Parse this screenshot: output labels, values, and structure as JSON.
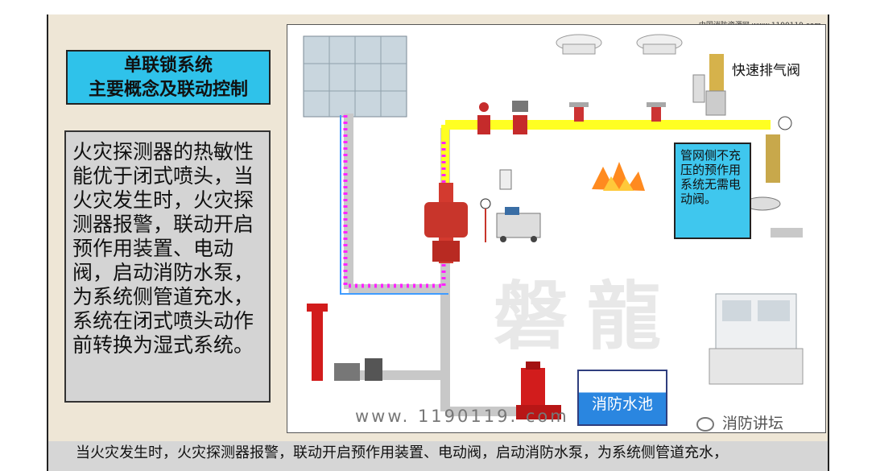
{
  "header": {
    "brand": "中国消防资源网 www.1190119.com"
  },
  "title_box": {
    "line1": "单联锁系统",
    "line2": "主要概念及联动控制"
  },
  "description": {
    "text": "火灾探测器的热敏性能优于闭式喷头，当火灾发生时，火灾探测器报警，联动开启预作用装置、电动阀，启动消防水泵，为系统侧管道充水，系统在闭式喷头动作前转换为湿式系统。"
  },
  "diagram": {
    "valve_label": "快速排气阀",
    "note": "管网侧不充压的预作用系统无需电动阀。",
    "pool_label": "消防水池",
    "watermark_url": "www. 1190119. com",
    "watermark_logo": "磐龍",
    "wechat_label": "消防讲坛"
  },
  "caption": {
    "text": "当火灾发生时，火灾探测器报警，联动开启预作用装置、电动阀，启动消防水泵，为系统侧管道充水，"
  },
  "colors": {
    "title_bg": "#2fc2ea",
    "pipe_dry": "#ffff22",
    "flow_dots": "#ff22ff",
    "pipe_steel": "#c8c8c8",
    "pump_red": "#d21c1c",
    "water": "#2a86e0"
  },
  "icons": [
    "water-tank-icon",
    "smoke-detector-icon",
    "sprinkler-icon",
    "pressure-gauge-icon",
    "fire-flame-icon",
    "fire-pump-icon",
    "air-compressor-icon",
    "control-cabinet-icon",
    "hydrant-icon",
    "wechat-icon"
  ]
}
